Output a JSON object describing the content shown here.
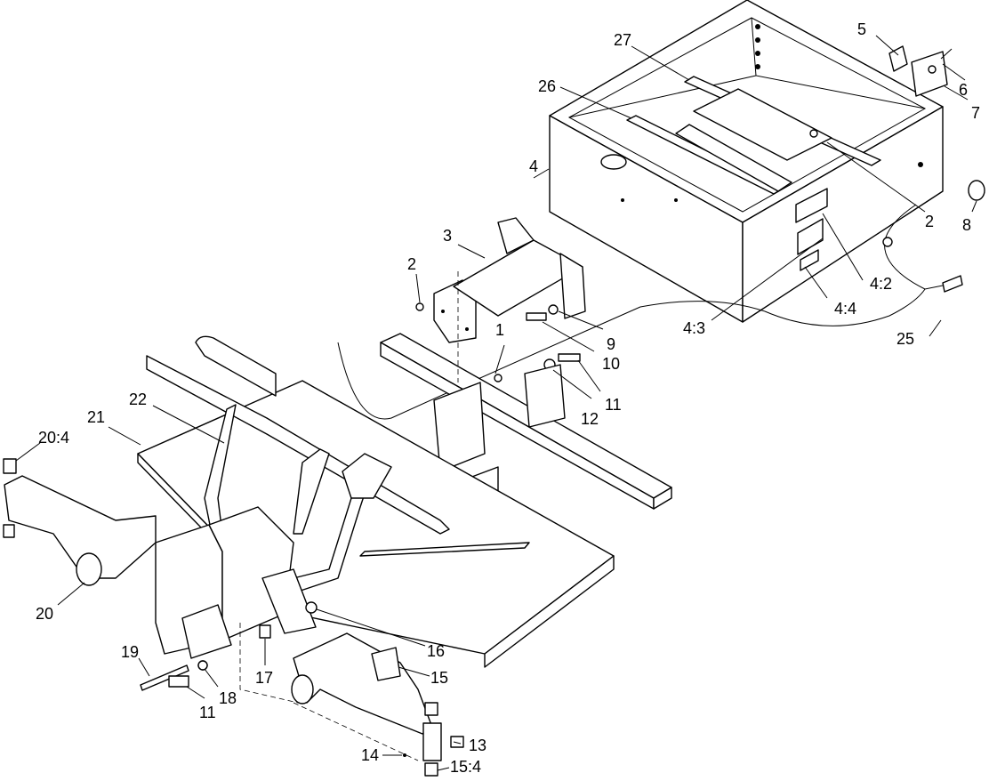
{
  "callouts": [
    {
      "id": "c1",
      "label": "1"
    },
    {
      "id": "c2a",
      "label": "2"
    },
    {
      "id": "c2b",
      "label": "2"
    },
    {
      "id": "c3",
      "label": "3"
    },
    {
      "id": "c4",
      "label": "4"
    },
    {
      "id": "c4_2",
      "label": "4:2"
    },
    {
      "id": "c4_3",
      "label": "4:3"
    },
    {
      "id": "c4_4",
      "label": "4:4"
    },
    {
      "id": "c5",
      "label": "5"
    },
    {
      "id": "c6",
      "label": "6"
    },
    {
      "id": "c7",
      "label": "7"
    },
    {
      "id": "c8",
      "label": "8"
    },
    {
      "id": "c9",
      "label": "9"
    },
    {
      "id": "c10",
      "label": "10"
    },
    {
      "id": "c11a",
      "label": "11"
    },
    {
      "id": "c11b",
      "label": "11"
    },
    {
      "id": "c12",
      "label": "12"
    },
    {
      "id": "c13",
      "label": "13"
    },
    {
      "id": "c14",
      "label": "14"
    },
    {
      "id": "c15",
      "label": "15"
    },
    {
      "id": "c15_4",
      "label": "15:4"
    },
    {
      "id": "c16",
      "label": "16"
    },
    {
      "id": "c17",
      "label": "17"
    },
    {
      "id": "c18",
      "label": "18"
    },
    {
      "id": "c19",
      "label": "19"
    },
    {
      "id": "c20",
      "label": "20"
    },
    {
      "id": "c20_4",
      "label": "20:4"
    },
    {
      "id": "c21",
      "label": "21"
    },
    {
      "id": "c22",
      "label": "22"
    },
    {
      "id": "c25",
      "label": "25"
    },
    {
      "id": "c26",
      "label": "26"
    },
    {
      "id": "c27",
      "label": "27"
    }
  ]
}
